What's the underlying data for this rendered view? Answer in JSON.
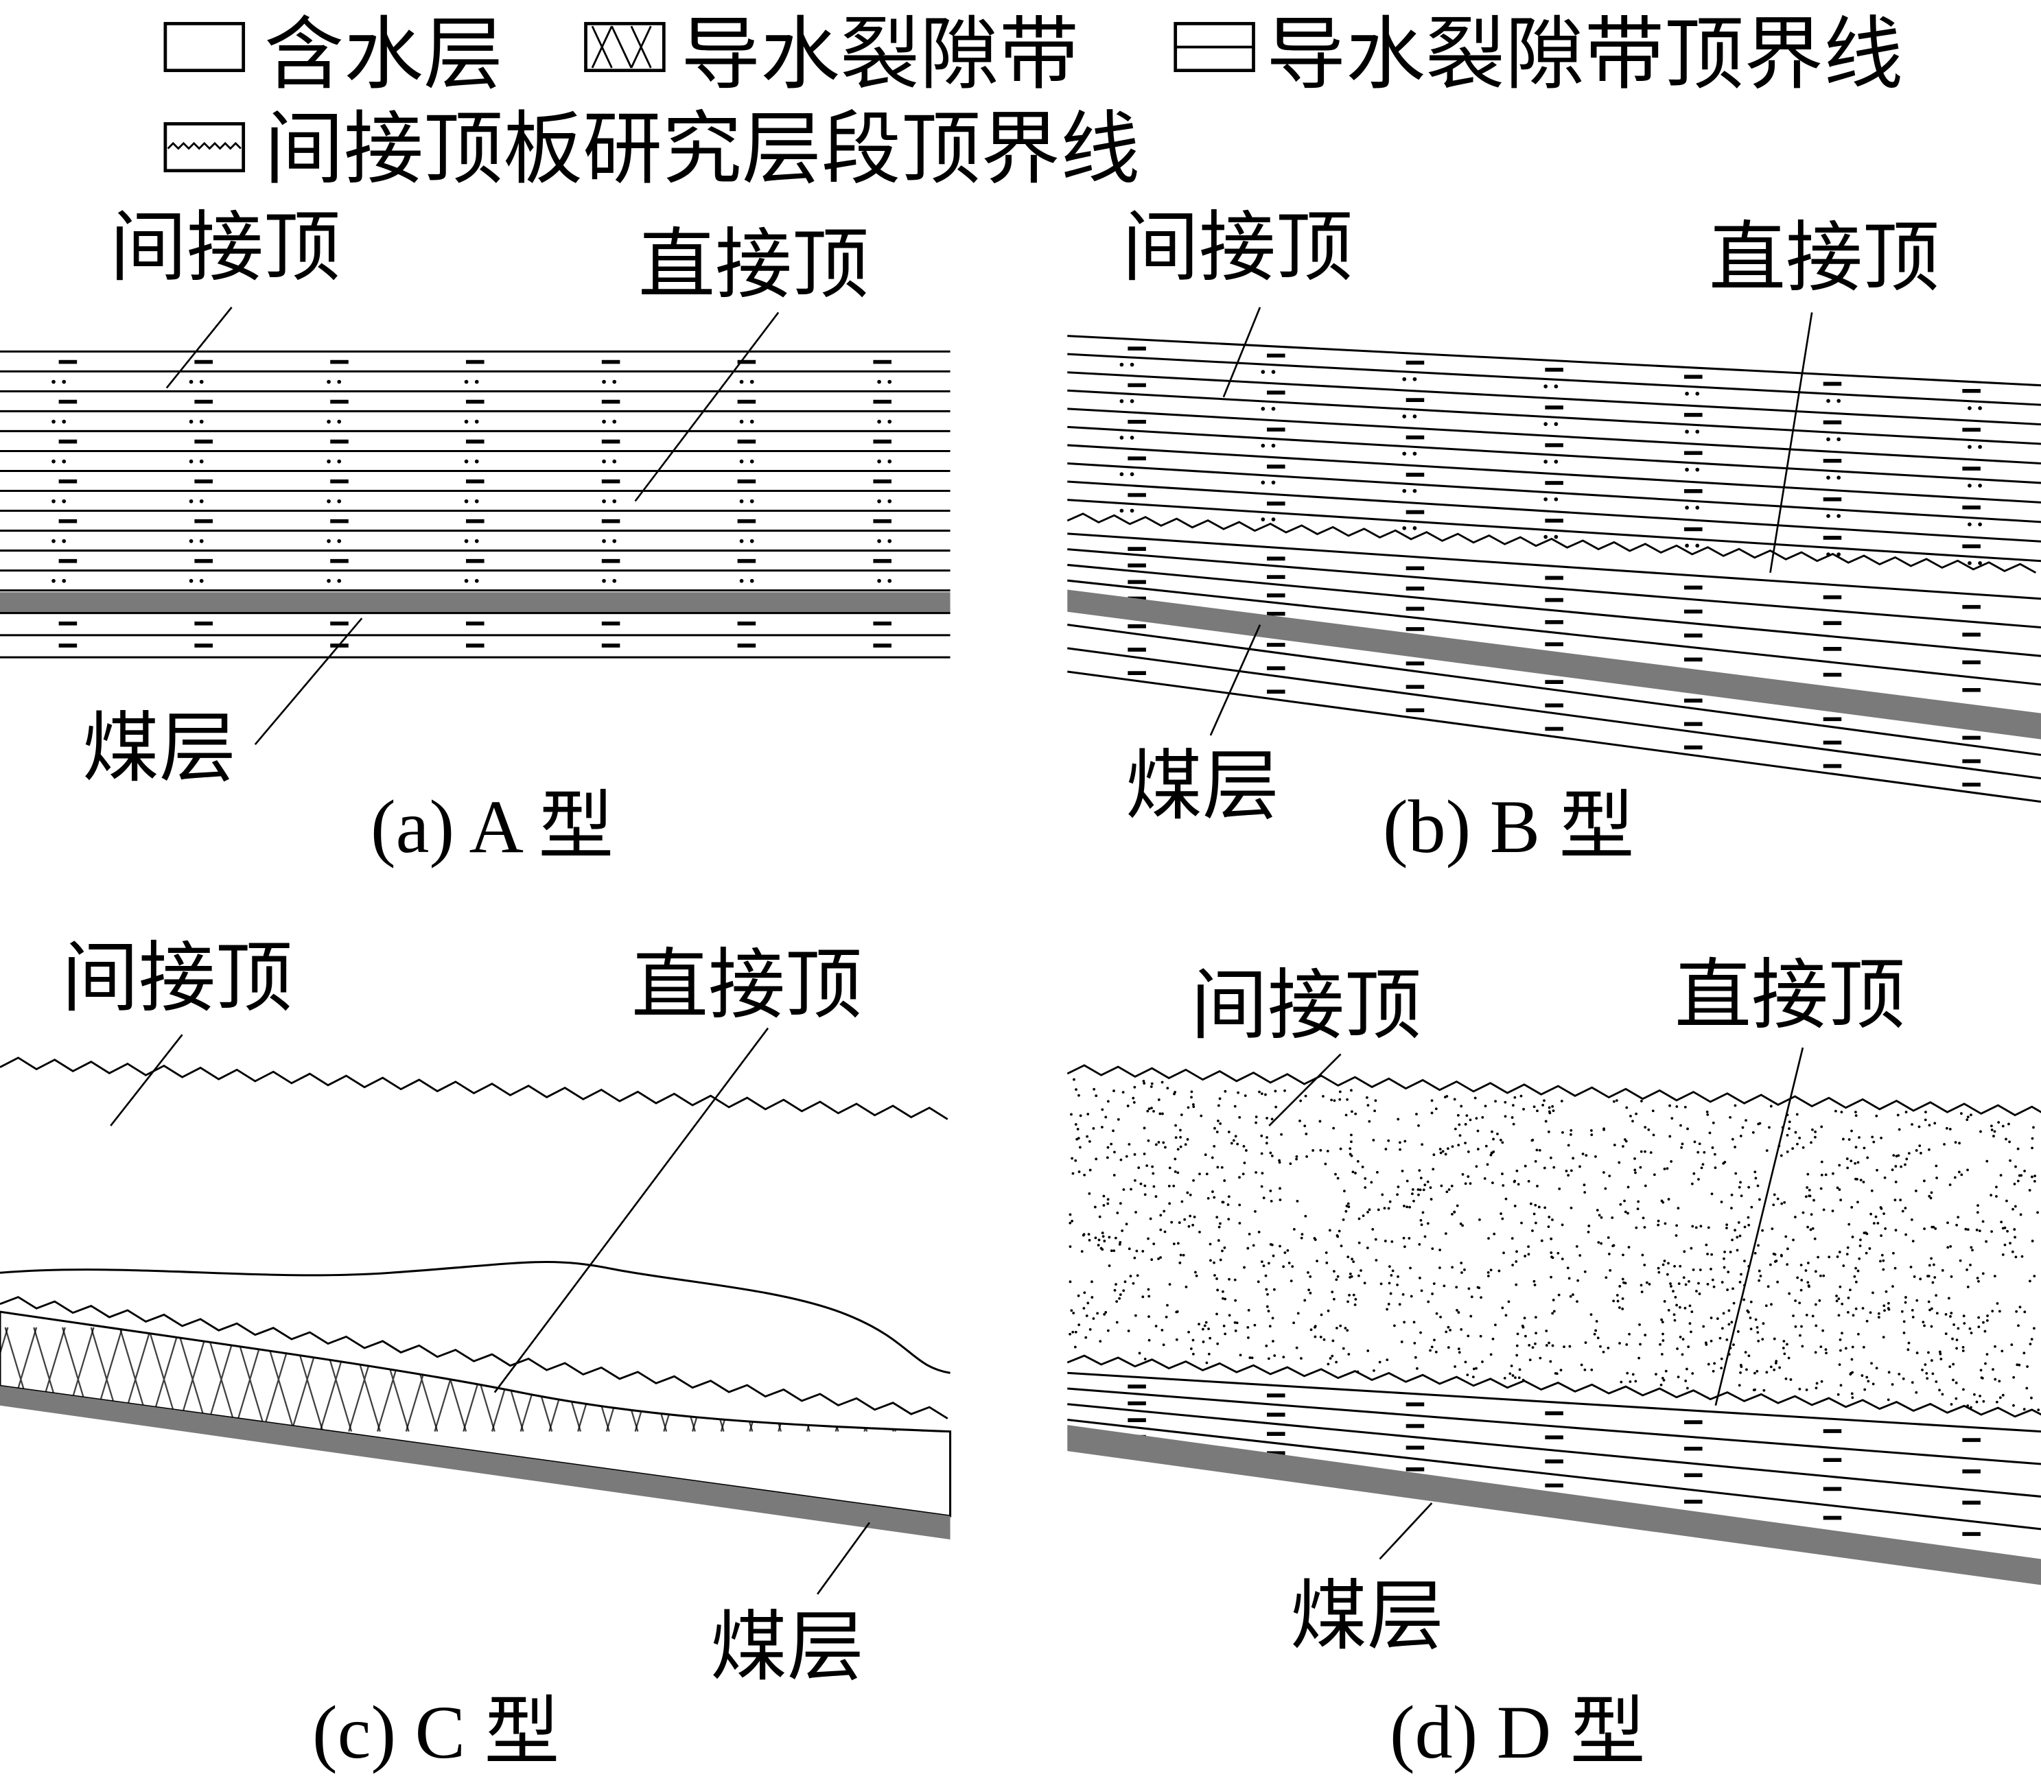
{
  "legend": {
    "aquifer": "含水层",
    "fracture_zone": "导水裂隙带",
    "fracture_top": "导水裂隙带顶界线",
    "indirect_roof_top": "间接顶板研究层段顶界线"
  },
  "panels": [
    {
      "indirect": "间接顶",
      "direct": "直接顶",
      "coal": "煤层",
      "caption": "(a) A 型"
    },
    {
      "indirect": "间接顶",
      "direct": "直接顶",
      "coal": "煤层",
      "caption": "(b) B 型"
    },
    {
      "indirect": "间接顶",
      "direct": "直接顶",
      "coal": "煤层",
      "caption": "(c) C 型"
    },
    {
      "indirect": "间接顶",
      "direct": "直接顶",
      "coal": "煤层",
      "caption": "(d) D 型"
    }
  ],
  "colors": {
    "coal": "#7a7a7a",
    "line": "#000000"
  }
}
